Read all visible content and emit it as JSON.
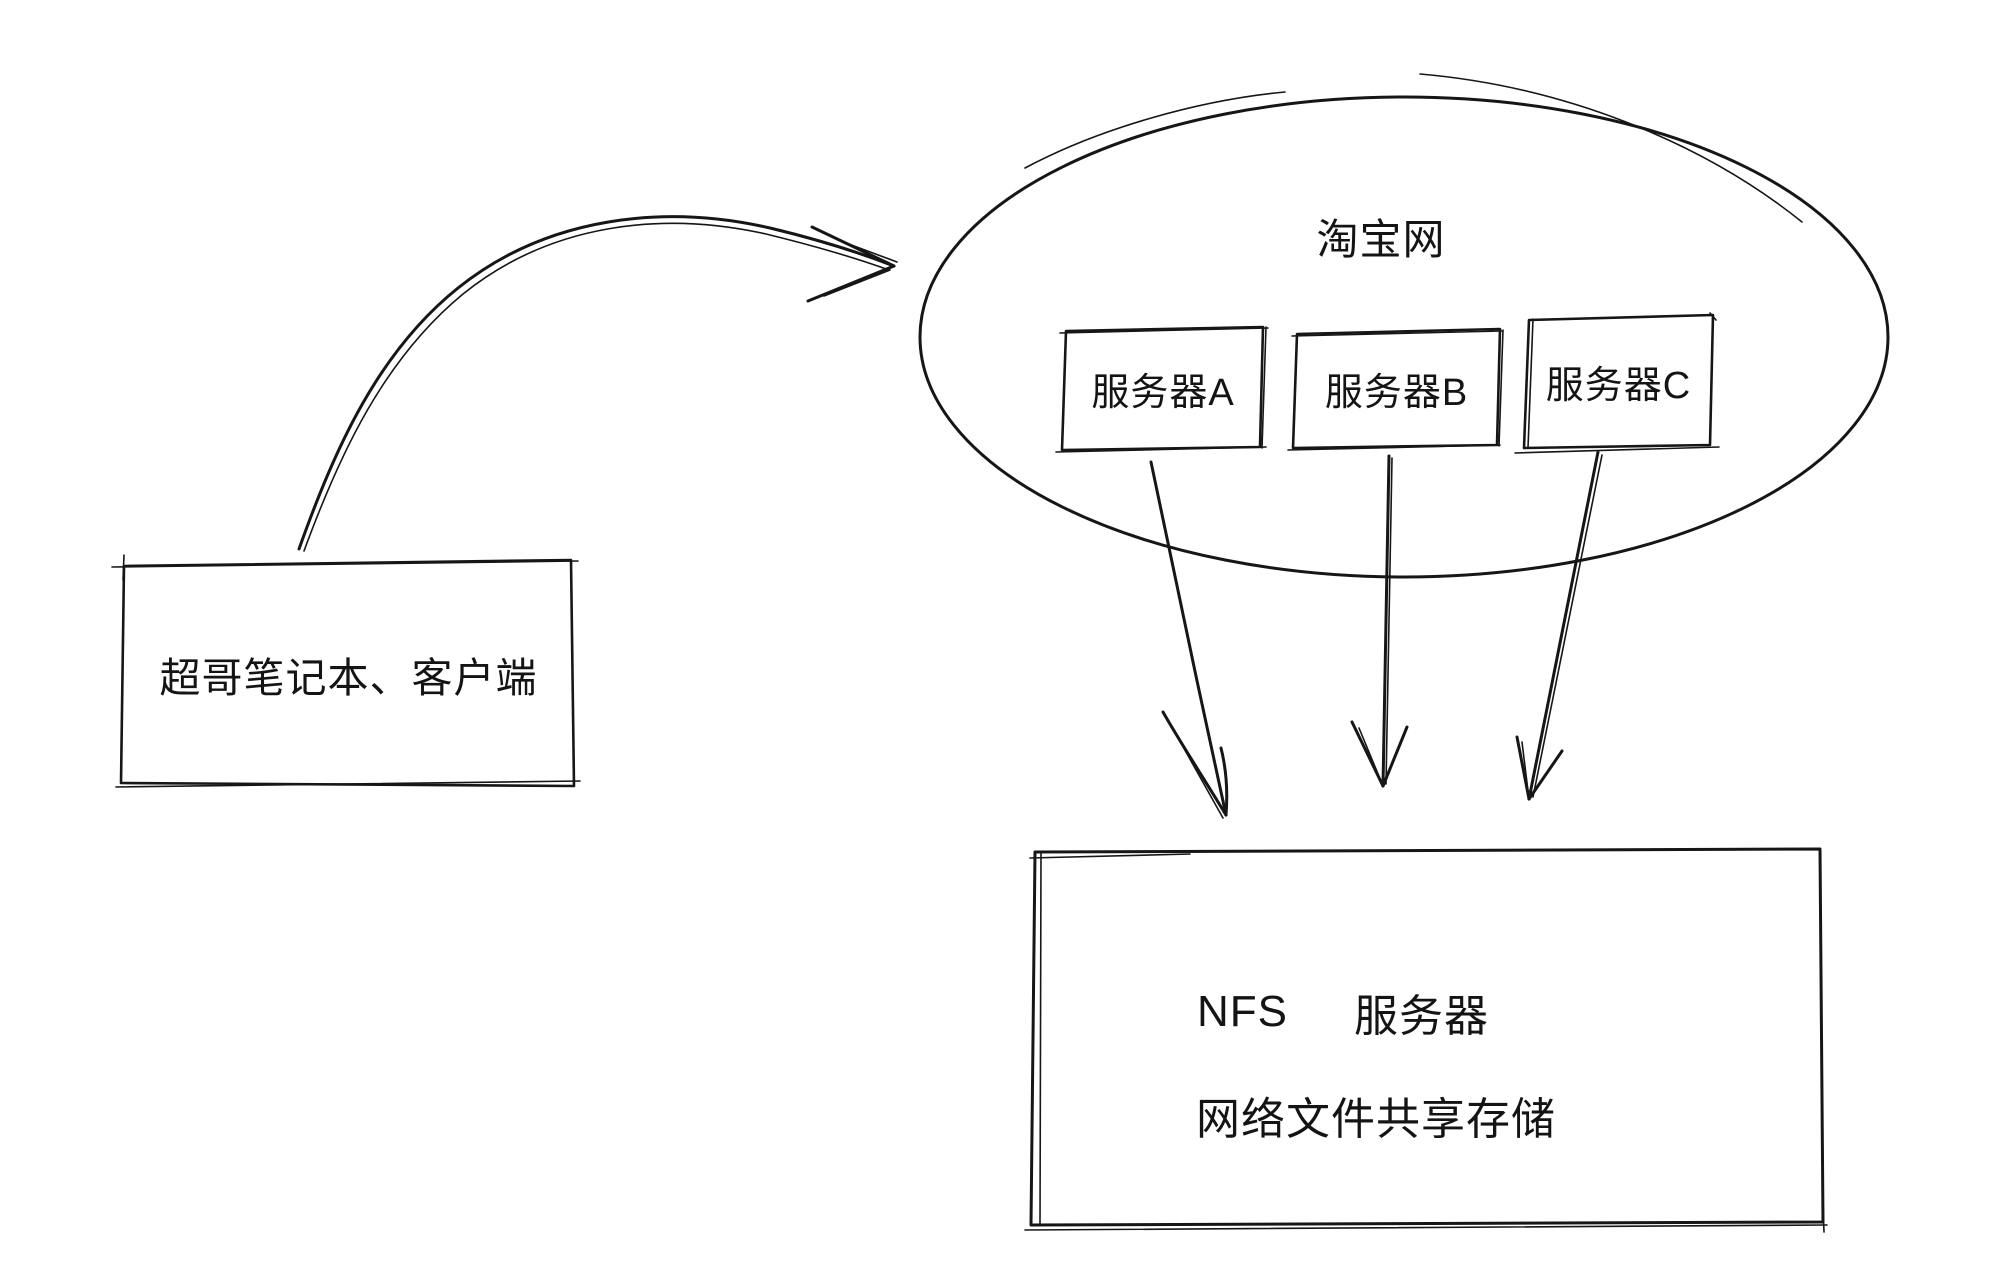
{
  "diagram": {
    "client_box": {
      "label": "超哥笔记本、客户端"
    },
    "cloud": {
      "label": "淘宝网"
    },
    "servers": [
      {
        "label": "服务器A"
      },
      {
        "label": "服务器B"
      },
      {
        "label": "服务器C"
      }
    ],
    "nfs_box": {
      "title_latin": "NFS",
      "title_cjk": "服务器",
      "subtitle": "网络文件共享存储"
    },
    "colors": {
      "ink": "#161616",
      "background": "#ffffff"
    }
  }
}
